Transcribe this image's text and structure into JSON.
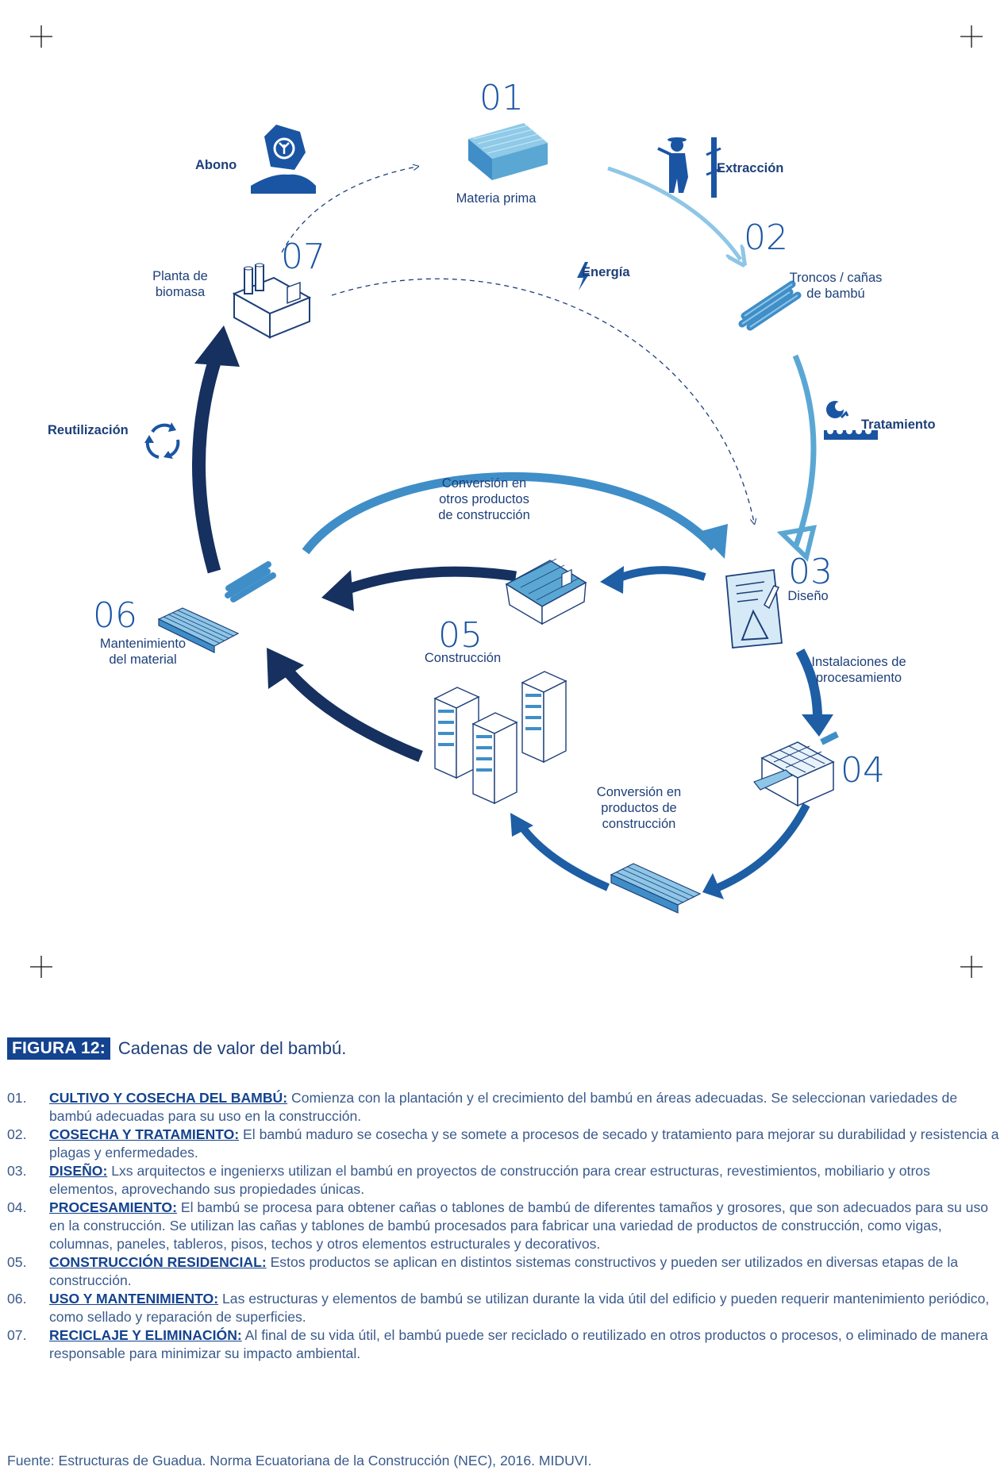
{
  "diagram": {
    "stages": [
      {
        "num": "01",
        "label": "Materia prima"
      },
      {
        "num": "02",
        "label_lines": [
          "Troncos / cañas",
          "de bambú"
        ]
      },
      {
        "num": "03",
        "label": "Diseño"
      },
      {
        "num": "04"
      },
      {
        "num": "05",
        "label": "Construcción"
      },
      {
        "num": "06",
        "label_lines": [
          "Mantenimiento",
          "del material"
        ]
      },
      {
        "num": "07",
        "label_lines": [
          "Planta de",
          "biomasa"
        ]
      }
    ],
    "actions": {
      "abono": "Abono",
      "extraccion": "Extracción",
      "energia": "Energía",
      "tratamiento": "Tratamiento",
      "reutilizacion": "Reutilización",
      "instalaciones": [
        "Instalaciones de",
        "procesamiento"
      ],
      "conversion_top": [
        "Conversión en",
        "otros productos",
        "de construcción"
      ],
      "conversion_bottom": [
        "Conversión en",
        "productos de",
        "construcción"
      ]
    },
    "icons": [
      "fertilizer-bag-icon",
      "bamboo-field-icon",
      "worker-harvest-icon",
      "bamboo-logs-icon",
      "treatment-tank-icon",
      "energy-bolt-icon",
      "biomass-plant-icon",
      "recycle-icon",
      "design-sheet-icon",
      "factory-icon",
      "bamboo-boards-icon",
      "house-icon",
      "buildings-icon"
    ],
    "colors": {
      "dark": "#16305f",
      "mid": "#1d5ea5",
      "light": "#3f8ec8",
      "pale": "#8ec6e6",
      "text": "#1d3f7a"
    }
  },
  "figure": {
    "tag": "FIGURA 12:",
    "title": "Cadenas de valor del bambú."
  },
  "notes": [
    {
      "num": "01.",
      "heading": "CULTIVO Y COSECHA DEL BAMBÚ:",
      "text": " Comienza con la plantación y el crecimiento del bambú en áreas adecuadas. Se seleccionan variedades de bambú adecuadas para su uso en la construcción."
    },
    {
      "num": "02.",
      "heading": "COSECHA Y TRATAMIENTO:",
      "text": " El bambú maduro se cosecha y se somete a procesos de secado y tratamiento para mejorar su durabilidad y resistencia a plagas y enfermedades."
    },
    {
      "num": "03.",
      "heading": "DISEÑO:",
      "text": " Lxs arquitectos e ingenierxs utilizan el bambú en proyectos de construcción para crear estructuras, revestimientos, mobiliario y otros elementos, aprovechando sus propiedades únicas."
    },
    {
      "num": "04.",
      "heading": "PROCESAMIENTO:",
      "text": " El bambú se procesa para obtener cañas o tablones de bambú de diferentes tamaños y grosores, que son adecuados para su uso en la construcción. Se utilizan las cañas y tablones de bambú procesados para fabricar una variedad de productos de construcción, como vigas, columnas, paneles, tableros, pisos, techos y otros elementos estructurales y decorativos."
    },
    {
      "num": "05.",
      "heading": "CONSTRUCCIÓN RESIDENCIAL:",
      "text": " Estos productos se aplican en distintos sistemas constructivos y pueden ser utilizados en diversas etapas de la construcción."
    },
    {
      "num": "06.",
      "heading": "USO Y MANTENIMIENTO:",
      "text": " Las estructuras y elementos de bambú se utilizan durante la vida útil del edificio y pueden requerir mantenimiento periódico, como sellado y reparación de superficies."
    },
    {
      "num": "07.",
      "heading": "RECICLAJE Y ELIMINACIÓN:",
      "text": " Al final de su vida útil, el bambú puede ser reciclado o reutilizado en otros productos o procesos, o eliminado de manera responsable para minimizar su impacto ambiental."
    }
  ],
  "source": "Fuente: Estructuras de Guadua. Norma Ecuatoriana de la Construcción (NEC), 2016. MIDUVI."
}
